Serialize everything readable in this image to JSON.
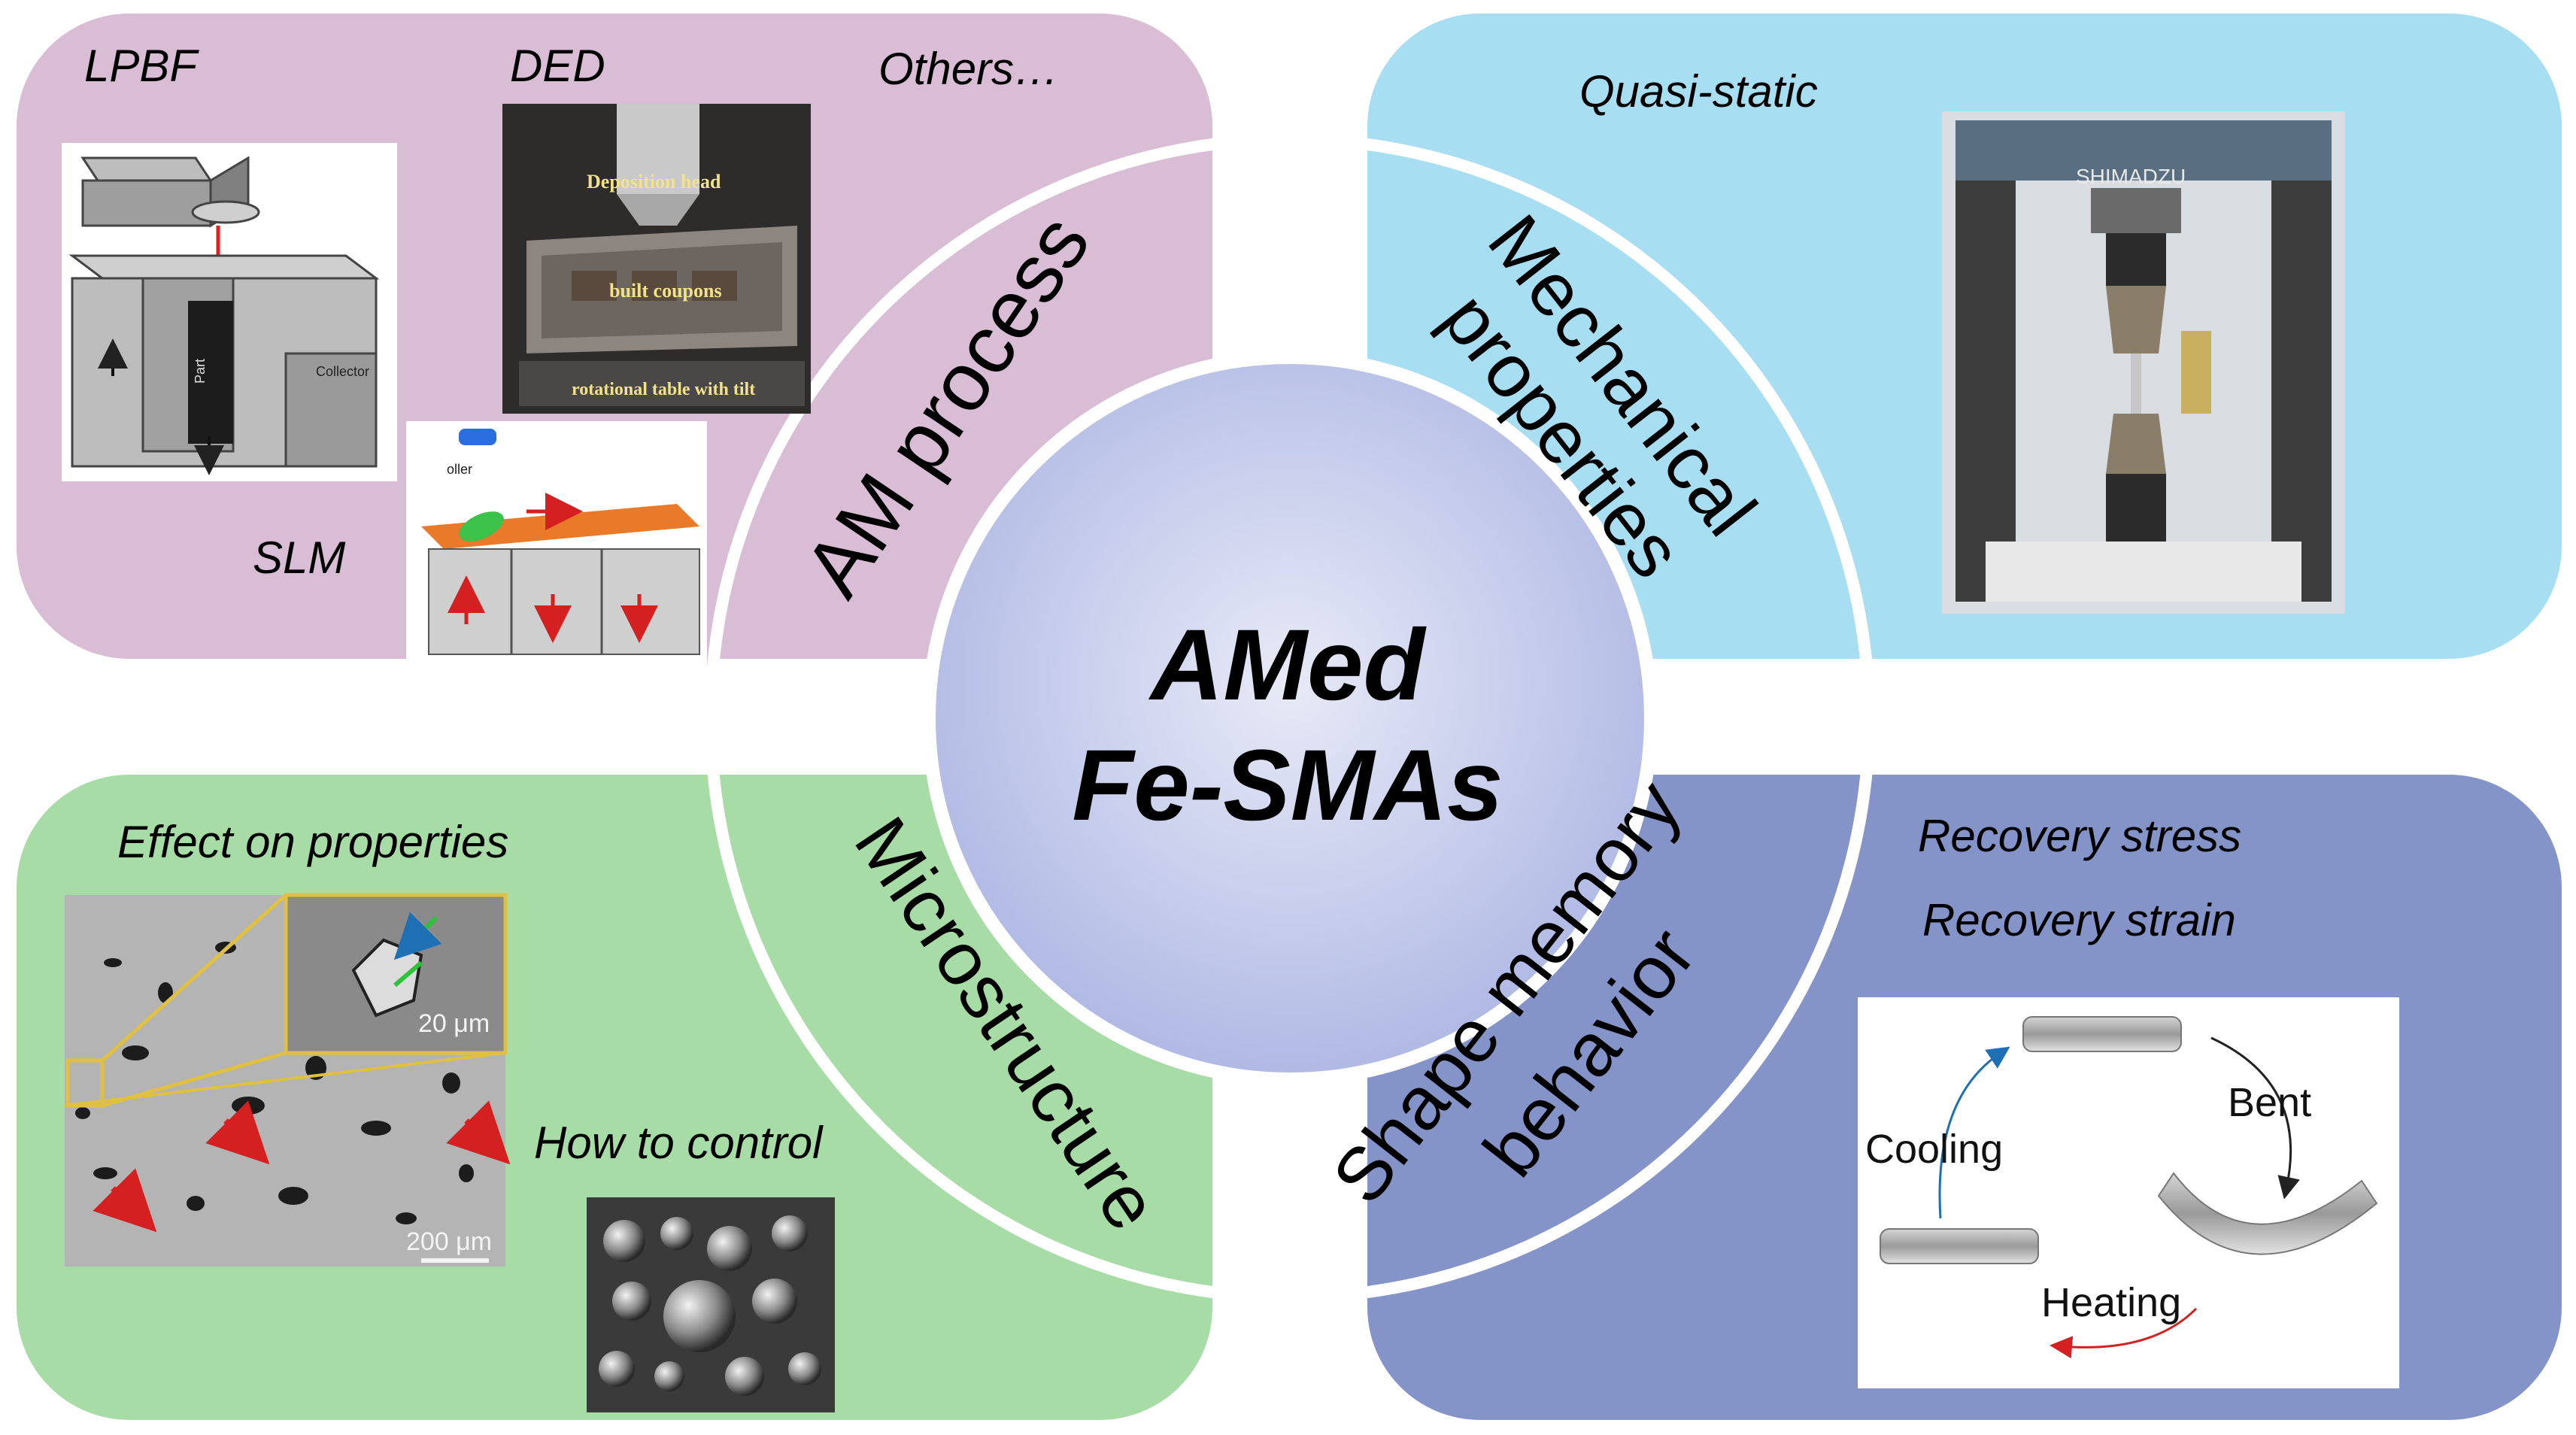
{
  "center": {
    "line1": "AMed",
    "line2": "Fe-SMAs"
  },
  "quadrants": {
    "am_process": {
      "title": "AM process",
      "labels": {
        "lpbf": "LPBF",
        "ded": "DED",
        "others": "Others…",
        "slm": "SLM"
      },
      "ded_photo": {
        "head": "Deposition head",
        "coupons": "built coupons",
        "table": "rotational table with tilt"
      },
      "lpbf_sketch": {
        "part": "Part",
        "collector": "Collector"
      },
      "slm_sketch": {
        "roller": "oller"
      }
    },
    "mechanical": {
      "title_line1": "Mechanical",
      "title_line2": "properties",
      "label": "Quasi-static",
      "machine_brand": "SHIMADZU"
    },
    "microstructure": {
      "title": "Microstructure",
      "label_effect": "Effect on properties",
      "label_control": "How to control",
      "scale_small": "20 μm",
      "scale_large": "200 μm"
    },
    "shape_memory": {
      "title_line1": "Shape memory",
      "title_line2": "behavior",
      "label_stress": "Recovery stress",
      "label_strain": "Recovery strain",
      "cycle": {
        "bent": "Bent",
        "cooling": "Cooling",
        "heating": "Heating"
      }
    }
  },
  "colors": {
    "am_process": "#d8bdd4",
    "mechanical": "#a7def2",
    "microstructure": "#a8dca7",
    "shape_memory": "#8493c8",
    "center_gradient": [
      "#d8dcf2",
      "#a8b4e0"
    ]
  }
}
